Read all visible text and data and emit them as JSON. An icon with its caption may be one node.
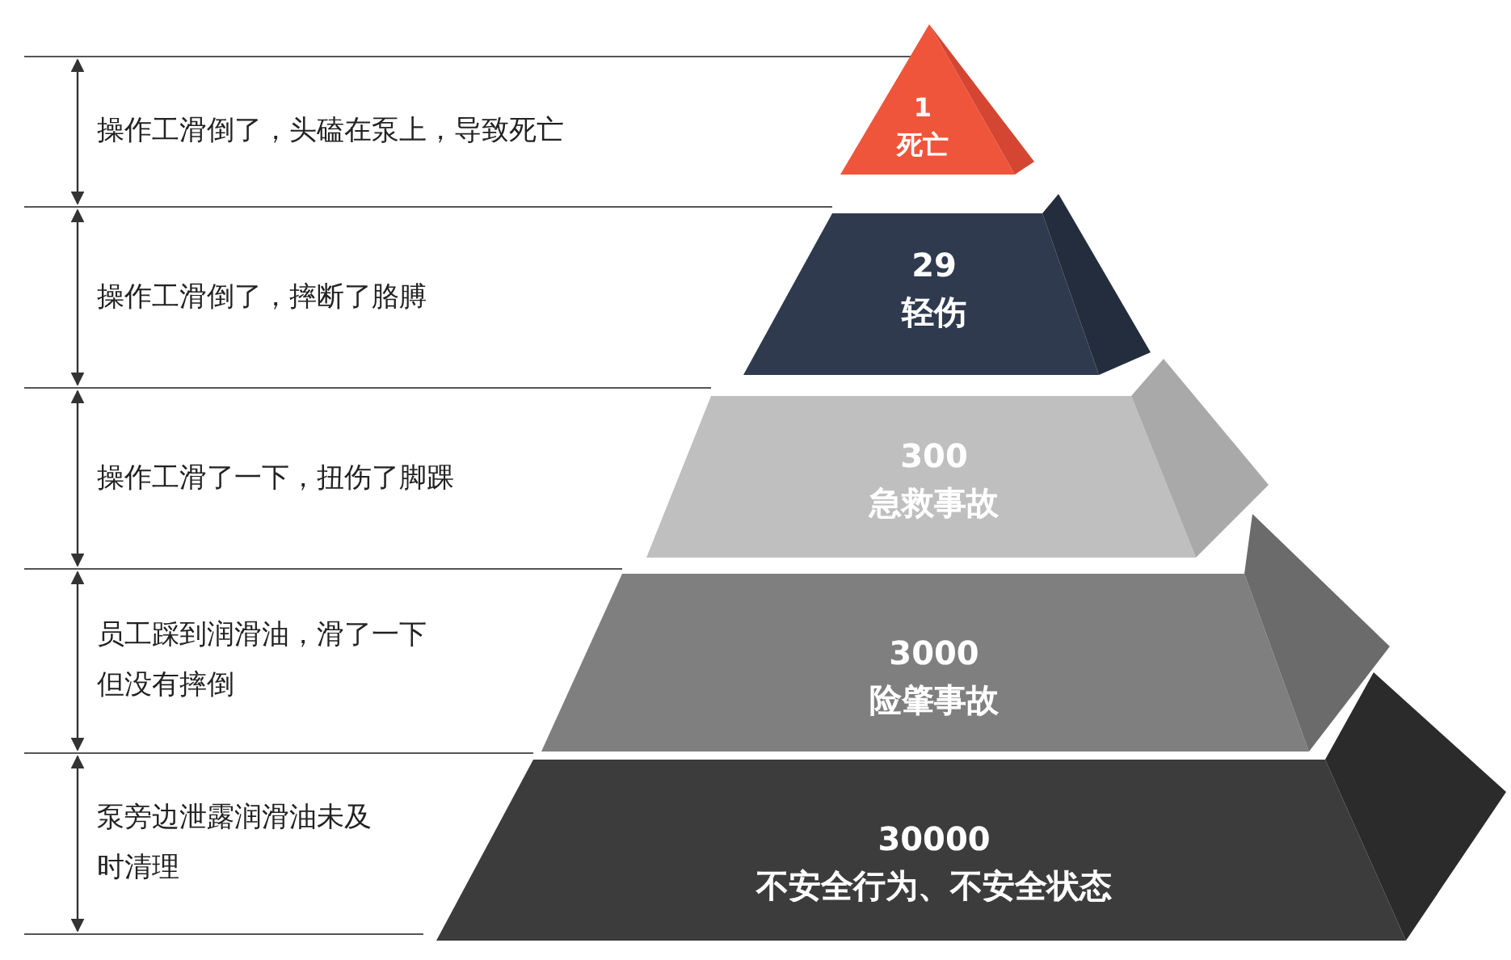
{
  "diagram": {
    "nodes": [
      {
        "text": [
          "1",
          "死亡"
        ]
      },
      {
        "text": [
          "29",
          "轻伤"
        ]
      },
      {
        "text": [
          "300",
          "急救事故"
        ]
      },
      {
        "text": [
          "3000",
          "险肇事故"
        ]
      },
      {
        "text": [
          "30000",
          "不安全行为、不安全状态"
        ]
      }
    ],
    "labels": [
      "操作工滑倒了，头磕在泵上，导致死亡",
      "操作工滑倒了，摔断了胳膊",
      "操作工滑了一下，扭伤了脚踝",
      "员工踩到润滑油，滑了一下但没有摔倒",
      "泵旁边泄露润滑油未及时清理"
    ]
  }
}
